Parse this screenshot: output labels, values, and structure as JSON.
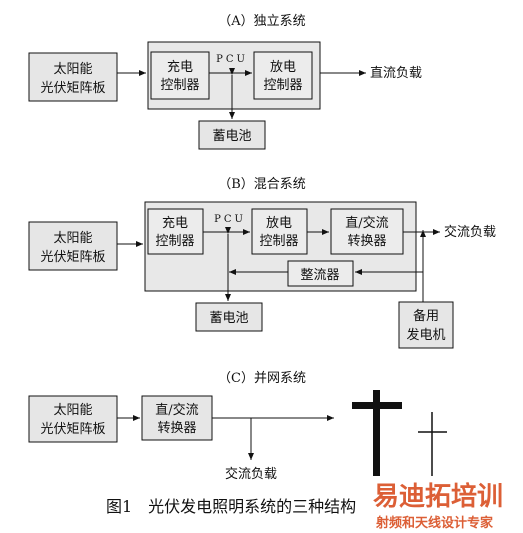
{
  "section_a": {
    "title": "（A）独立系统",
    "solar_line1": "太阳能",
    "solar_line2": "光伏矩阵板",
    "pcu": "PCU",
    "charge_line1": "充电",
    "charge_line2": "控制器",
    "discharge_line1": "放电",
    "discharge_line2": "控制器",
    "battery": "蓄电池",
    "load": "直流负载"
  },
  "section_b": {
    "title": "（B）混合系统",
    "solar_line1": "太阳能",
    "solar_line2": "光伏矩阵板",
    "pcu": "PCU",
    "charge_line1": "充电",
    "charge_line2": "控制器",
    "discharge_line1": "放电",
    "discharge_line2": "控制器",
    "inverter_line1": "直/交流",
    "inverter_line2": "转换器",
    "rectifier": "整流器",
    "battery": "蓄电池",
    "generator_line1": "备用",
    "generator_line2": "发电机",
    "load": "交流负载"
  },
  "section_c": {
    "title": "（C）并网系统",
    "solar_line1": "太阳能",
    "solar_line2": "光伏矩阵板",
    "inverter_line1": "直/交流",
    "inverter_line2": "转换器",
    "load": "交流负载"
  },
  "caption": "图1　光伏发电照明系统的三种结构",
  "watermark": {
    "line1": "易迪拓培训",
    "line2": "射频和天线设计专家",
    "color": "#d84a1b"
  }
}
